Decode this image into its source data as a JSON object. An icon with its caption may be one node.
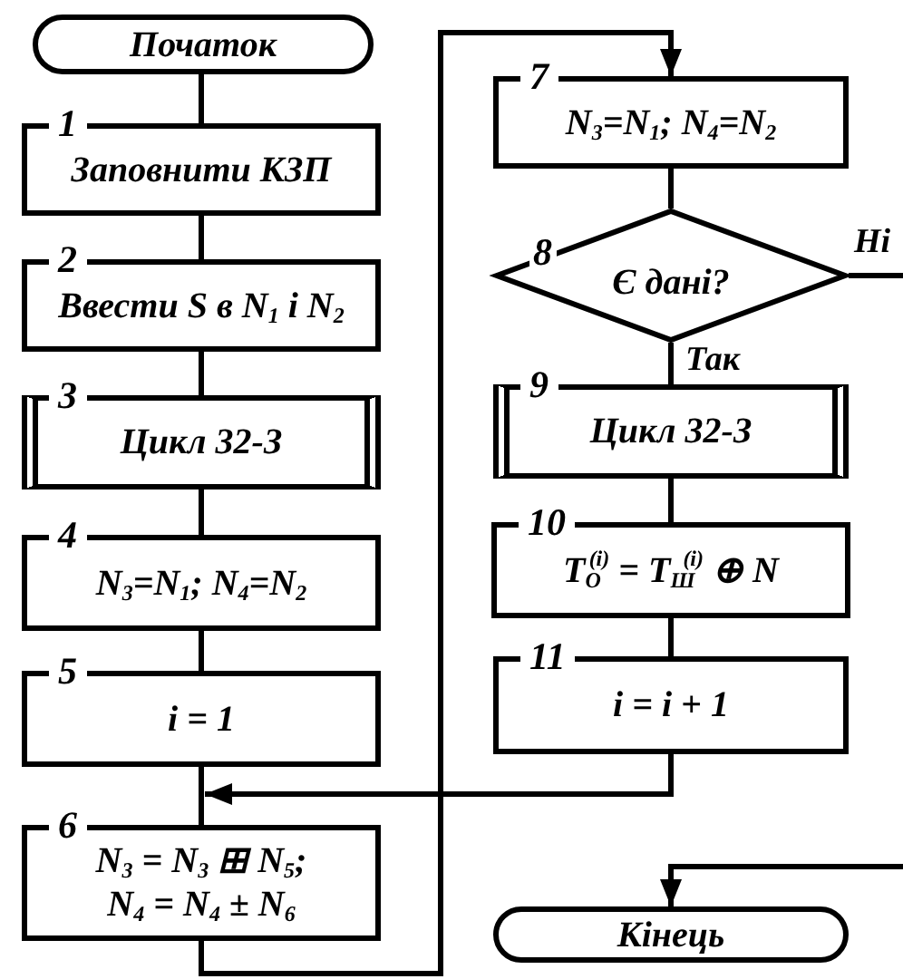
{
  "diagram": {
    "nodes": [
      {
        "text": [
          "Початок"
        ]
      },
      {
        "text": [
          "1",
          "Заповнити КЗП"
        ]
      },
      {
        "text": [
          "2",
          "Ввести S в N$_{1}$ і N$_{2}$"
        ]
      },
      {
        "text": [
          "3",
          "Цикл 32-З"
        ]
      },
      {
        "text": [
          "4",
          "N$_{3}$=N$_{1}$; N$_{4}$=N$_{2}$"
        ]
      },
      {
        "text": [
          "5",
          "i = 1"
        ]
      },
      {
        "text": [
          "6",
          "N$_{3}$ = N$_{3}$ ⊞ N$_{5}$; N$_{4}$ = N$_{4}$ ± N$_{6}$"
        ]
      },
      {
        "text": [
          "7",
          "N$_{3}$=N$_{1}$; N$_{4}$=N$_{2}$"
        ]
      },
      {
        "text": [
          "8",
          "Є дані?"
        ]
      },
      {
        "text": [
          "9",
          "Цикл 32-З"
        ]
      },
      {
        "text": [
          "10",
          "T$_{O}$$^{(i)}$ = T$_{Ш}$$^{(i)}$ ⊕ N"
        ]
      },
      {
        "text": [
          "11",
          "i = i + 1"
        ]
      },
      {
        "text": [
          "Кінець"
        ]
      }
    ],
    "edges": [
      {
        "from": 0,
        "to": 1,
        "arrow": "none"
      },
      {
        "from": 1,
        "to": 2,
        "arrow": "none"
      },
      {
        "from": 2,
        "to": 3,
        "arrow": "none"
      },
      {
        "from": 3,
        "to": 4,
        "arrow": "none"
      },
      {
        "from": 4,
        "to": 5,
        "arrow": "none"
      },
      {
        "from": 5,
        "to": 6,
        "arrow": "none"
      },
      {
        "from": 6,
        "to": 7,
        "arrow": "to"
      },
      {
        "from": 7,
        "to": 8,
        "arrow": "none"
      },
      {
        "from": 8,
        "to": 9,
        "arrow": "none",
        "label": "Так"
      },
      {
        "from": 9,
        "to": 10,
        "arrow": "none"
      },
      {
        "from": 10,
        "to": 11,
        "arrow": "none"
      },
      {
        "from": 11,
        "to": 6,
        "arrow": "to"
      },
      {
        "from": 8,
        "to": null,
        "arrow": "none",
        "label": "Ні"
      },
      {
        "from": null,
        "to": 12,
        "arrow": "to"
      }
    ]
  }
}
